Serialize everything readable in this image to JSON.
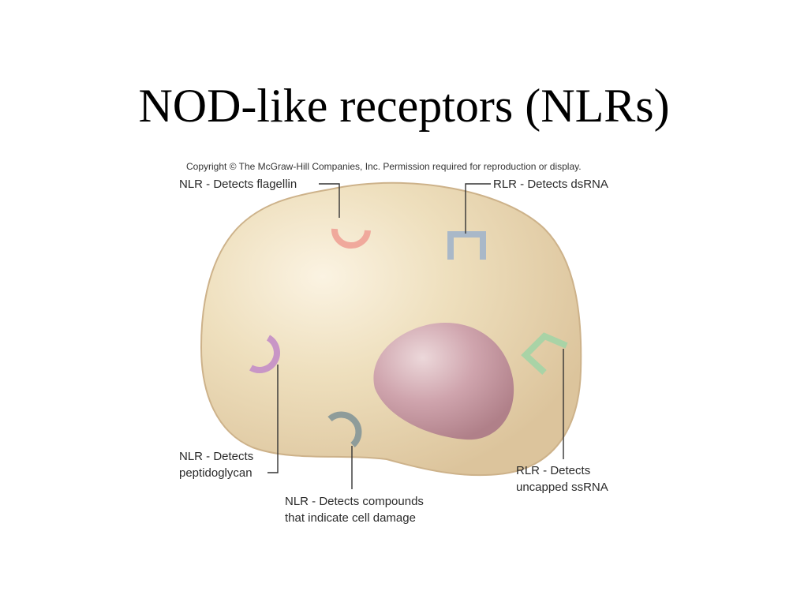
{
  "slide": {
    "title": "NOD-like receptors (NLRs)"
  },
  "figure": {
    "copyright": "Copyright © The McGraw-Hill Companies, Inc. Permission required for reproduction or display.",
    "colors": {
      "cytoplasm": "#eddcb7",
      "cytoplasm_edge": "#cdb28a",
      "nucleus": "#c89aa5",
      "flagellin_receptor": "#f0a99c",
      "dsrna_receptor": "#a9b8c8",
      "peptidoglycan_receptor": "#c896c6",
      "damage_receptor": "#8e9c9a",
      "ssrna_receptor": "#a9d3a6",
      "leader_line": "#333333"
    },
    "labels": {
      "flagellin": "NLR - Detects flagellin",
      "dsrna": "RLR - Detects dsRNA",
      "peptidoglycan_line1": "NLR - Detects",
      "peptidoglycan_line2": "peptidoglycan",
      "damage_line1": "NLR - Detects compounds",
      "damage_line2": "that indicate cell damage",
      "ssrna_line1": "RLR - Detects",
      "ssrna_line2": "uncapped ssRNA"
    }
  }
}
